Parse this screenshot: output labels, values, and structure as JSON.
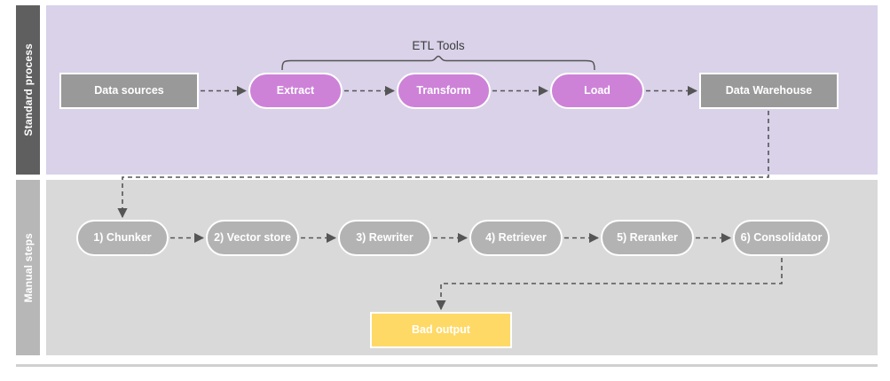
{
  "diagram": {
    "title": "ETL standard process and manual RAG steps",
    "colors": {
      "lane_top_header_bg": "#5f5f5f",
      "lane_top_body_bg": "#d9d2e9",
      "lane_bottom_header_bg": "#b7b7b7",
      "lane_bottom_body_bg": "#d9d9d9",
      "node_gray": "#999999",
      "node_purple": "#cd82d8",
      "node_soft_gray": "#b3b3b3",
      "node_yellow": "#ffd966",
      "connector": "#555555",
      "node_text": "#ffffff",
      "label_text": "#3d3d3d"
    },
    "lanes": [
      {
        "id": "standard-process",
        "label": "Standard process",
        "nodes": [
          {
            "id": "data-sources",
            "label": "Data sources",
            "shape": "rect",
            "color": "node_gray"
          },
          {
            "id": "extract",
            "label": "Extract",
            "shape": "pill",
            "color": "node_purple"
          },
          {
            "id": "transform",
            "label": "Transform",
            "shape": "pill",
            "color": "node_purple"
          },
          {
            "id": "load",
            "label": "Load",
            "shape": "pill",
            "color": "node_purple"
          },
          {
            "id": "data-warehouse",
            "label": "Data Warehouse",
            "shape": "rect",
            "color": "node_gray"
          }
        ],
        "annotations": [
          {
            "id": "etl-tools",
            "label": "ETL Tools",
            "type": "curly-brace",
            "spans": [
              "extract",
              "transform",
              "load"
            ]
          }
        ]
      },
      {
        "id": "manual-steps",
        "label": "Manual steps",
        "nodes": [
          {
            "id": "chunker",
            "label": "1) Chunker",
            "shape": "pill",
            "color": "node_soft_gray"
          },
          {
            "id": "vector-store",
            "label": "2) Vector store",
            "shape": "pill",
            "color": "node_soft_gray"
          },
          {
            "id": "rewriter",
            "label": "3) Rewriter",
            "shape": "pill",
            "color": "node_soft_gray"
          },
          {
            "id": "retriever",
            "label": "4) Retriever",
            "shape": "pill",
            "color": "node_soft_gray"
          },
          {
            "id": "reranker",
            "label": "5) Reranker",
            "shape": "pill",
            "color": "node_soft_gray"
          },
          {
            "id": "consolidator",
            "label": "6) Consolidator",
            "shape": "pill",
            "color": "node_soft_gray"
          },
          {
            "id": "bad-output",
            "label": "Bad output",
            "shape": "rect",
            "color": "node_yellow"
          }
        ]
      }
    ],
    "edges": [
      {
        "from": "data-sources",
        "to": "extract",
        "style": "dashed-arrow"
      },
      {
        "from": "extract",
        "to": "transform",
        "style": "dashed-arrow"
      },
      {
        "from": "transform",
        "to": "load",
        "style": "dashed-arrow"
      },
      {
        "from": "load",
        "to": "data-warehouse",
        "style": "dashed-arrow"
      },
      {
        "from": "data-warehouse",
        "to": "chunker",
        "style": "dashed-elbow-arrow"
      },
      {
        "from": "chunker",
        "to": "vector-store",
        "style": "dashed-arrow"
      },
      {
        "from": "vector-store",
        "to": "rewriter",
        "style": "dashed-arrow"
      },
      {
        "from": "rewriter",
        "to": "retriever",
        "style": "dashed-arrow"
      },
      {
        "from": "retriever",
        "to": "reranker",
        "style": "dashed-arrow"
      },
      {
        "from": "reranker",
        "to": "consolidator",
        "style": "dashed-arrow"
      },
      {
        "from": "consolidator",
        "to": "bad-output",
        "style": "dashed-elbow-arrow"
      }
    ]
  }
}
